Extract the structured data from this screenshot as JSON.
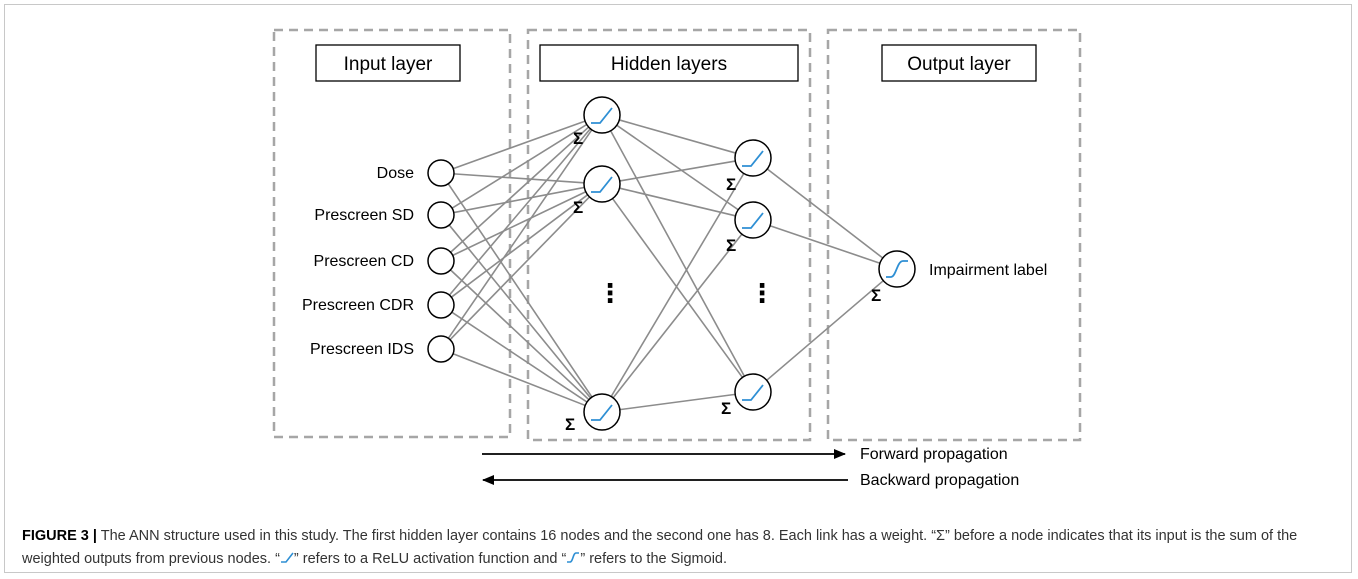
{
  "diagram": {
    "layers": {
      "input": {
        "title": "Input layer",
        "nodes": [
          "Dose",
          "Prescreen SD",
          "Prescreen CD",
          "Prescreen CDR",
          "Prescreen IDS"
        ]
      },
      "hidden": {
        "title": "Hidden layers",
        "ellipsis": "⋮"
      },
      "output": {
        "title": "Output layer",
        "node_label": "Impairment label"
      }
    },
    "sum_symbol": "Σ",
    "arrows": {
      "forward": "Forward propagation",
      "backward": "Backward propagation"
    },
    "colors": {
      "box": "#a6a6a6",
      "edge": "#8c8c8c",
      "activation": "#2e8fd4"
    }
  },
  "caption": {
    "figure_label": "FIGURE 3 |",
    "part1": " The ANN structure used in this study. The first hidden layer contains 16 nodes and the second one has 8. Each link has a weight. “",
    "sigma": "Σ",
    "part2": "” before a node indicates that its input is the sum of the weighted outputs from previous nodes. “",
    "part3": "” refers to a ReLU activation function and “",
    "part4": "” refers to the Sigmoid."
  }
}
